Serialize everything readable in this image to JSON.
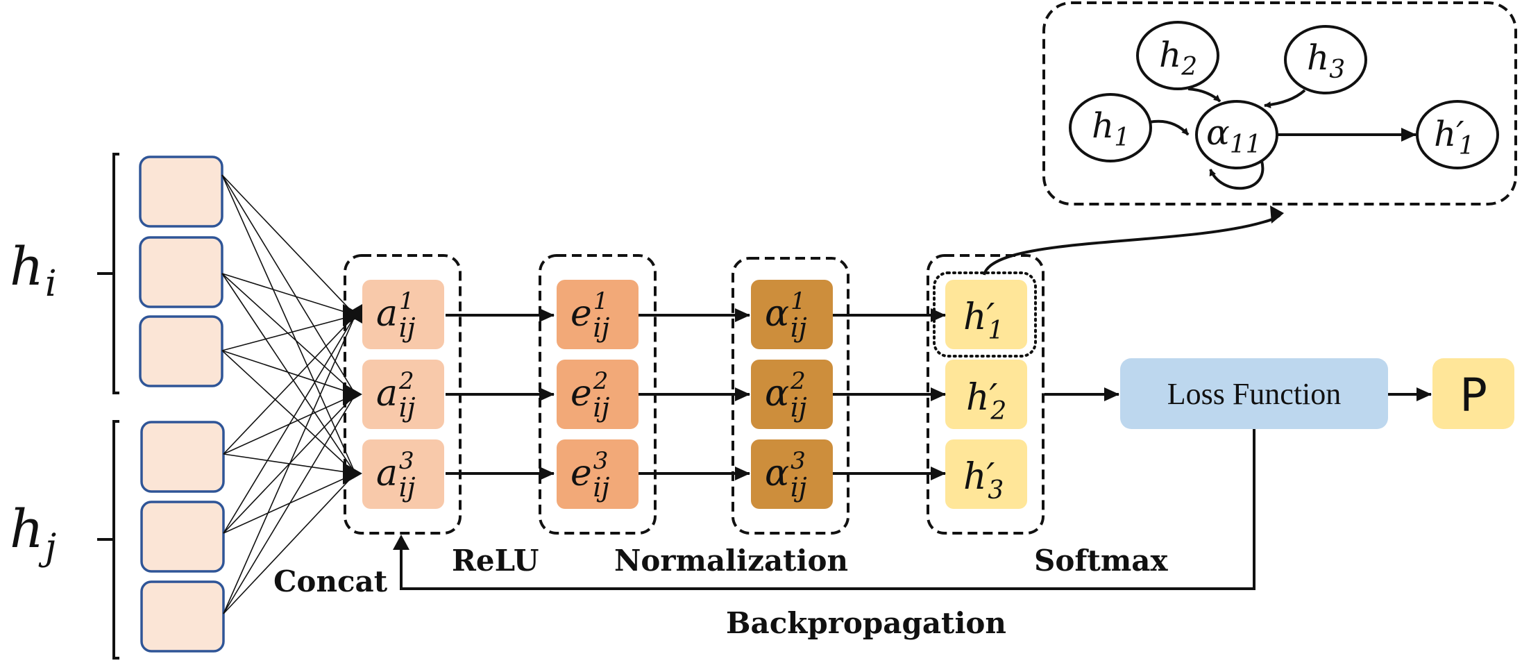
{
  "figure": {
    "input_labels": {
      "hi": {
        "base": "h",
        "sub": "i"
      },
      "hj": {
        "base": "h",
        "sub": "j"
      }
    },
    "stage_labels": {
      "concat": "Concat",
      "relu": "ReLU",
      "normalization": "Normalization",
      "softmax": "Softmax",
      "backpropagation": "Backpropagation"
    },
    "columns": [
      {
        "id": "a",
        "base": "a",
        "sub": "ij",
        "sups": [
          "1",
          "2",
          "3"
        ],
        "color": "#F8C9AA"
      },
      {
        "id": "e",
        "base": "e",
        "sub": "ij",
        "sups": [
          "1",
          "2",
          "3"
        ],
        "color": "#F2A978"
      },
      {
        "id": "alpha",
        "base": "α",
        "sub": "ij",
        "sups": [
          "1",
          "2",
          "3"
        ],
        "color": "#CD8E3C"
      }
    ],
    "outputs": {
      "base": "h",
      "prime": "′",
      "subs": [
        "1",
        "2",
        "3"
      ],
      "color": "#FFE699"
    },
    "loss_function": {
      "label": "Loss Function",
      "color": "#BDD7EE"
    },
    "result": {
      "label": "P",
      "color": "#FFE699"
    },
    "inset": {
      "nodes": {
        "h1": {
          "base": "h",
          "sub": "1"
        },
        "h2": {
          "base": "h",
          "sub": "2"
        },
        "h3": {
          "base": "h",
          "sub": "3"
        },
        "alpha11": {
          "base": "α",
          "sub": "11"
        },
        "h1p": {
          "base": "h",
          "prime": "′",
          "sub": "1"
        }
      }
    },
    "input_cell_color": "#FBE5D6",
    "input_cell_border": "#2F5597"
  }
}
